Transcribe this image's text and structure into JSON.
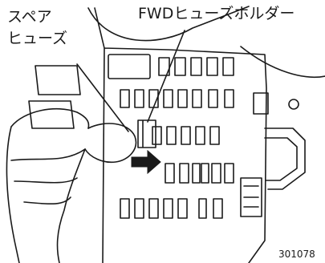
{
  "labels": {
    "spare_fuse_line1": "スペア",
    "spare_fuse_line2": "ヒューズ",
    "fwd_fuse_holder": "FWDヒューズホルダー"
  },
  "figure_code": "301078",
  "colors": {
    "line": "#1a1a1a",
    "background": "#ffffff",
    "arrow_fill": "#1a1a1a"
  }
}
